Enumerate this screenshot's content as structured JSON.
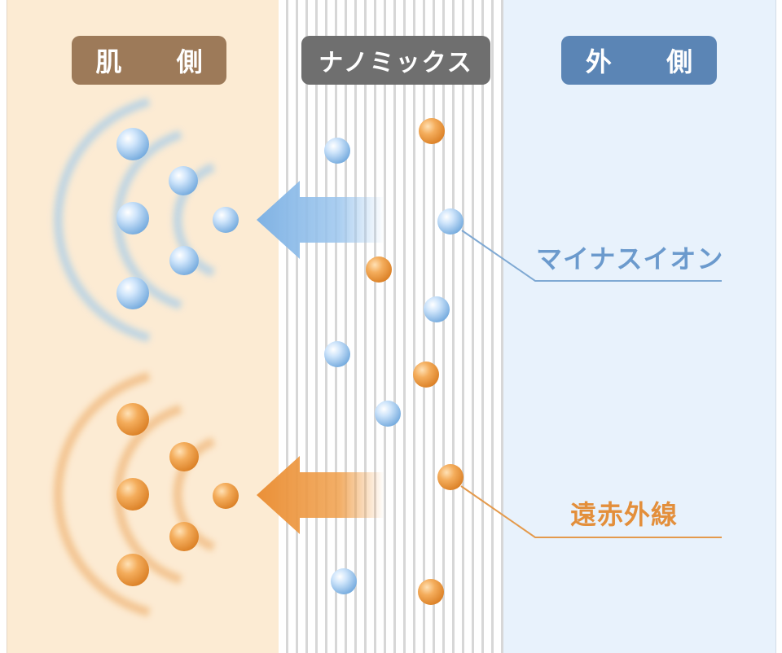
{
  "zones": {
    "skin_label": "肌 側",
    "fabric_label": "ナノミックス",
    "outside_label": "外 側"
  },
  "labels": {
    "negative_ion": "マイナスイオン",
    "far_infrared": "遠赤外線"
  },
  "colors": {
    "skin_bg": "#fcebd3",
    "outside_bg": "#e8f2fc",
    "skin_badge": "#9d7a59",
    "fabric_badge": "#6f6f6f",
    "outside_badge": "#5b85b5",
    "ion_blue": "#8fc0ee",
    "infrared_orange": "#ec9a45"
  }
}
